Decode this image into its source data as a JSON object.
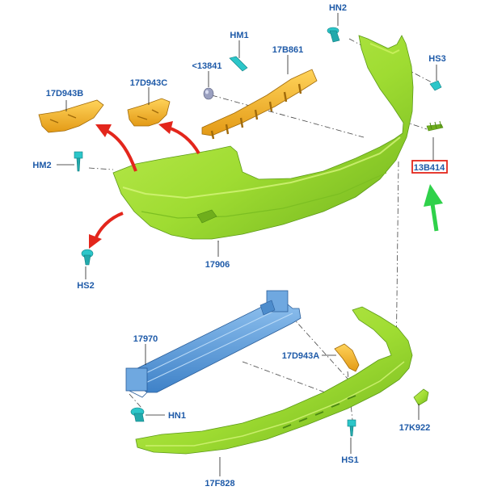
{
  "labels": {
    "hn2": "HN2",
    "hm1": "HM1",
    "p17b861": "17B861",
    "p13841": "<13841",
    "hs3": "HS3",
    "p17d943b": "17D943B",
    "p17d943c": "17D943C",
    "hm2": "HM2",
    "p13b414": "13B414",
    "p17906": "17906",
    "hs2": "HS2",
    "p17970": "17970",
    "p17d943a": "17D943A",
    "hn1": "HN1",
    "p17k922": "17K922",
    "hs1": "HS1",
    "p17f828": "17F828"
  },
  "colors": {
    "bumper_green": "#9fdc32",
    "bracket_orange": "#f0b52a",
    "beam_blue": "#5a9ad6",
    "fastener_cyan": "#2cc6c9",
    "label_blue": "#1e5aa8",
    "highlight_red": "#e3261c",
    "pointer_green": "#2fd14a"
  }
}
